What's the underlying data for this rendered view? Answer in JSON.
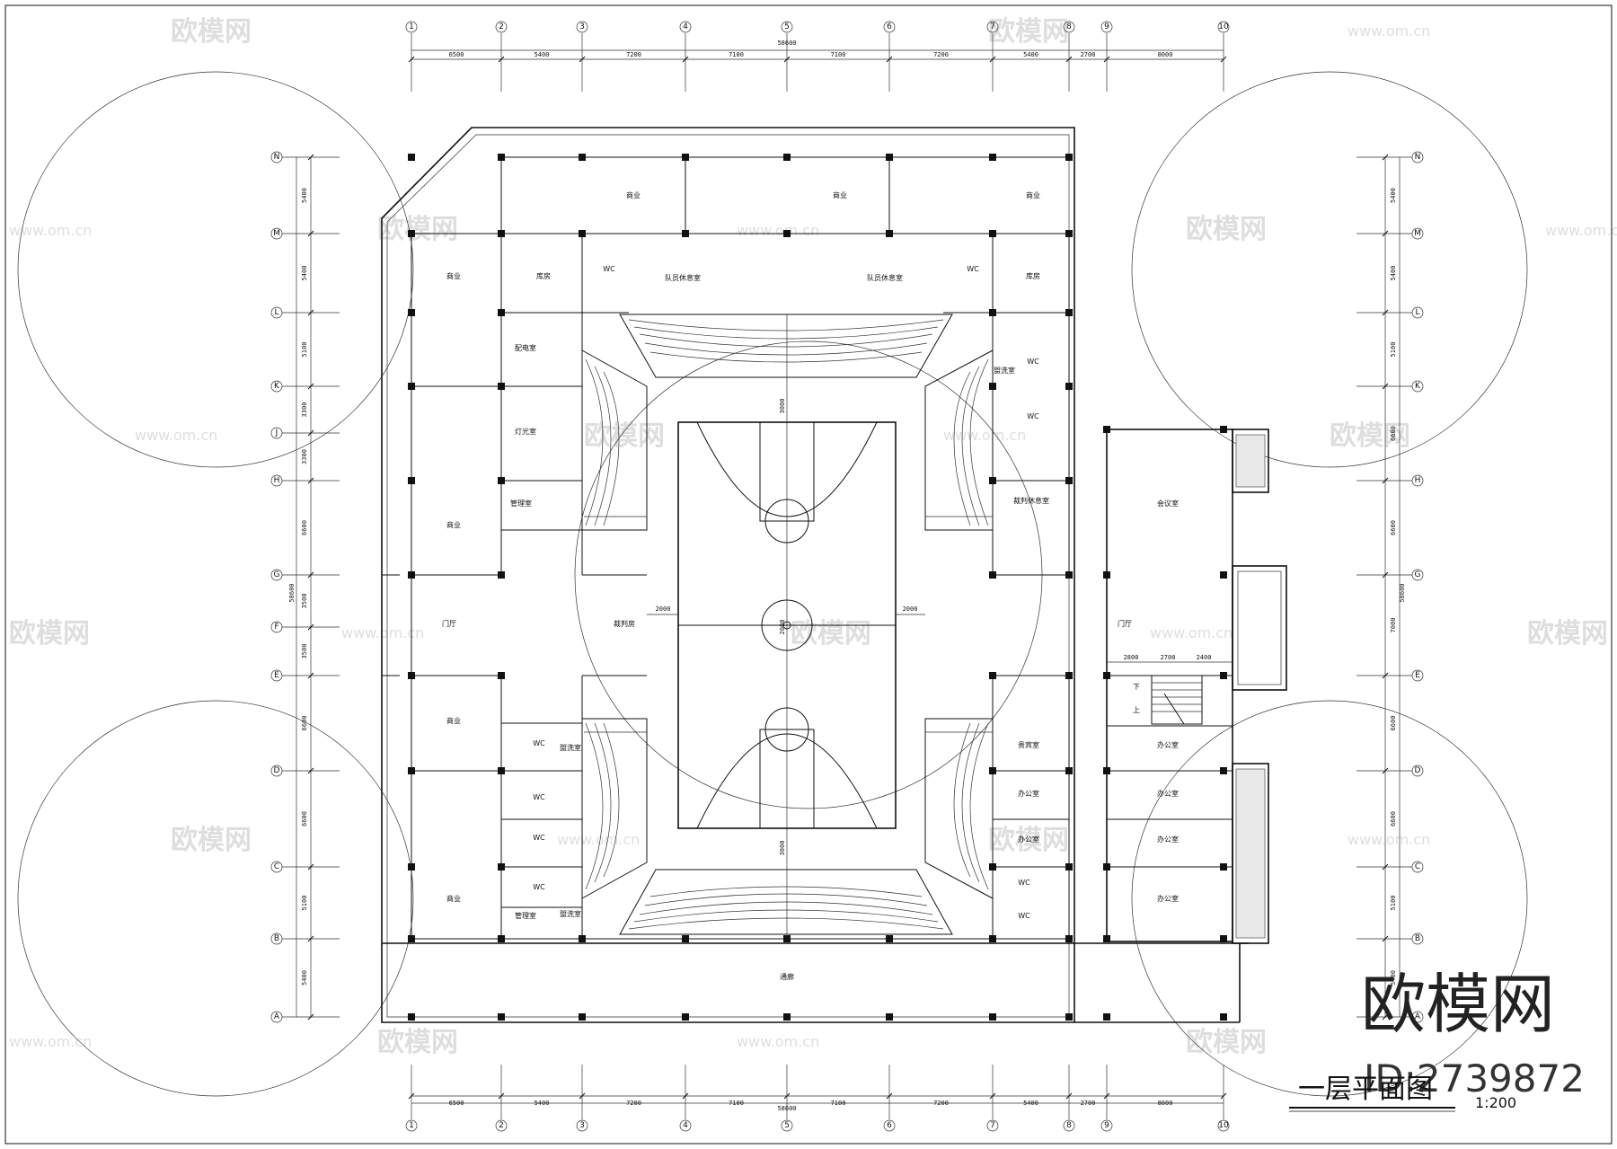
{
  "drawing": {
    "title": "一层平面图",
    "scale": "1:200"
  },
  "watermark": {
    "brand": "欧模网",
    "url": "www.om.cn",
    "id_text": "ID:2739872"
  },
  "grid": {
    "columns": [
      "1",
      "2",
      "3",
      "4",
      "5",
      "6",
      "7",
      "8",
      "9",
      "10"
    ],
    "column_spacings": [
      "6500",
      "5400",
      "7200",
      "7100",
      "7100",
      "7200",
      "5400",
      "2700",
      "8000"
    ],
    "column_total": "58600",
    "rows": [
      "N",
      "M",
      "L",
      "K",
      "J",
      "H",
      "G",
      "F",
      "E",
      "D",
      "C",
      "B",
      "A"
    ],
    "left_row_spacings": [
      "5400",
      "5400",
      "5100",
      "3300",
      "3300",
      "6600",
      "3500",
      "3500",
      "6600",
      "6600",
      "5100",
      "5400"
    ],
    "left_row_total": "58600",
    "right_row_spacings": [
      "5400",
      "5400",
      "5100",
      "6600",
      "6600",
      "7000",
      "6600",
      "6600",
      "5100",
      "5400"
    ],
    "right_row_total": "58600"
  },
  "rooms": {
    "shop_top_left": "商业",
    "shop_top_mid": "商业",
    "shop_top_right": "商业",
    "shop_left_1": "商业",
    "shop_left_2": "商业",
    "shop_left_3": "商业",
    "shop_left_4": "商业",
    "storage_left": "库房",
    "storage_right": "库房",
    "team_rest_left": "队员休息室",
    "team_rest_right": "队员休息室",
    "wc_top_left": "WC",
    "wc_top_right": "WC",
    "power_room": "配电室",
    "lighting_room": "灯光室",
    "admin_room": "管理室",
    "referee_room": "裁判房",
    "lobby_left": "门厅",
    "lobby_right": "门厅",
    "wash_right": "盥洗室",
    "wc_right_1": "WC",
    "wc_right_2": "WC",
    "referee_rest": "裁判休息室",
    "meeting_room": "会议室",
    "wc_left_1": "WC",
    "wc_left_2": "WC",
    "wc_left_3": "WC",
    "wc_left_4": "WC",
    "wash_left_1": "盥洗室",
    "wash_left_2": "盥洗室",
    "admin_left_bottom": "管理室",
    "vip_room": "贵宾室",
    "office_1": "办公室",
    "office_2": "办公室",
    "office_3": "办公室",
    "office_4": "办公室",
    "office_5": "办公室",
    "office_6": "办公室",
    "wc_bottom_1": "WC",
    "wc_bottom_2": "WC",
    "corridor": "通廊",
    "stair_down": "下",
    "stair_up": "上"
  },
  "court_dims": {
    "top": "3000",
    "bottom": "3000",
    "left": "2000",
    "right": "2000",
    "center": "2000"
  },
  "stair_dims": [
    "2800",
    "2700",
    "2400"
  ]
}
